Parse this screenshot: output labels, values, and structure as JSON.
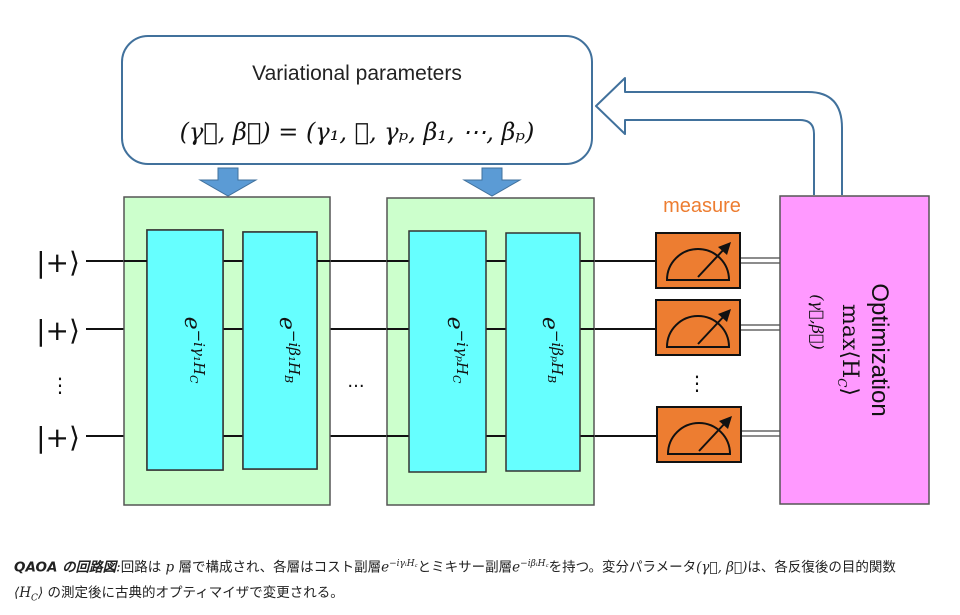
{
  "params_box": {
    "title": "Variational parameters",
    "formula": "(γ⃗, β⃗) = (γ₁, ⋯, γₚ, β₁, ⋯, βₚ)"
  },
  "inputs": {
    "state_label": "|+⟩",
    "vertical_dots": "⋮",
    "count_shown": 3
  },
  "layers": [
    {
      "name": "layer-1",
      "gates": [
        {
          "label_base": "e",
          "label_exp": "−iγ₁H_C",
          "exp_display": "−iγ₁H",
          "exp_sub": "C"
        },
        {
          "label_base": "e",
          "label_exp": "−iβ₁H_B",
          "exp_display": "−iβ₁H",
          "exp_sub": "B"
        }
      ]
    },
    {
      "name": "layer-p",
      "gates": [
        {
          "label_base": "e",
          "label_exp": "−iγₚH_C",
          "exp_display": "−iγₚH",
          "exp_sub": "C"
        },
        {
          "label_base": "e",
          "label_exp": "−iβₚH_B",
          "exp_display": "−iβₚH",
          "exp_sub": "B"
        }
      ]
    }
  ],
  "between_layers_dots": "···",
  "measure": {
    "label": "measure",
    "dots": "⋮",
    "meters_shown": 3
  },
  "optimizer": {
    "title": "Optimization",
    "formula": "max⟨H_C⟩",
    "formula_main": "max⟨H",
    "formula_sub": "C",
    "formula_close": "⟩",
    "formula_under": "(γ⃗,β⃗)"
  },
  "caption": {
    "bold_title": "QAOA の回路図",
    "colon": ":",
    "part1": "回路は ",
    "p": "p",
    "part2": " 層で構成され、各層はコスト副層",
    "cost_exp": "−iγᵢH꜀",
    "part3": "とミキサー副層",
    "mixer_exp": "−iβᵢH꜀",
    "part4": "を持つ。変分パラメータ",
    "params": "(γ⃗, β⃗)",
    "part5": "は、各反復後の目的関数",
    "line2_math": "⟨H_C⟩",
    "line2_math_main": "⟨H",
    "line2_math_sub": "C",
    "line2_math_close": "⟩",
    "line2_text": " の測定後に古典的オプティマイザで変更される。"
  },
  "colors": {
    "box_border": "#41719c",
    "arrow_fill": "#5b9bd5",
    "layer_bg": "#ccffcc",
    "gate_bg": "#66ffff",
    "meter_bg": "#ed7d31",
    "measure_text": "#ed7d31",
    "optimizer_bg": "#ff99ff"
  }
}
